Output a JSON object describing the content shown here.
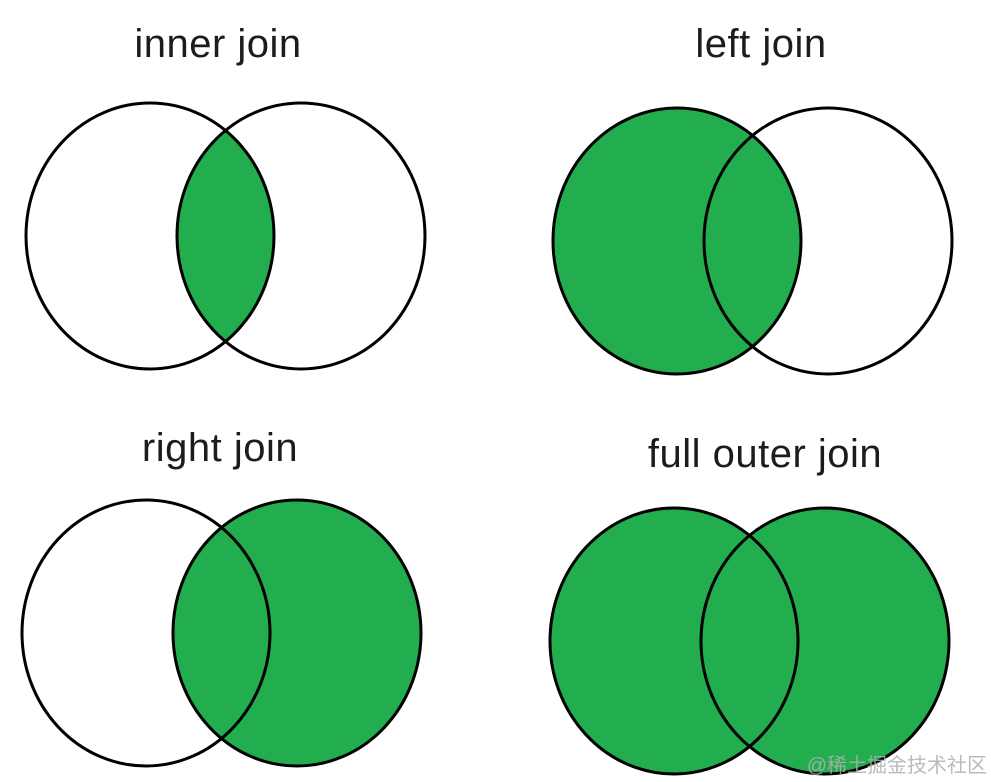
{
  "colors": {
    "background": "#ffffff",
    "fill_green": "#22ae4e",
    "fill_white": "#ffffff",
    "stroke": "#000000",
    "title_text": "#1c1c1c",
    "watermark_text": "#b0b0b0"
  },
  "panels": [
    {
      "id": "inner-join",
      "title": "inner join",
      "left": "white",
      "right": "white",
      "intersection": "green"
    },
    {
      "id": "left-join",
      "title": "left join",
      "left": "green",
      "right": "white",
      "intersection": "green"
    },
    {
      "id": "right-join",
      "title": "right join",
      "left": "white",
      "right": "green",
      "intersection": "green"
    },
    {
      "id": "full-outer-join",
      "title": "full outer join",
      "left": "green",
      "right": "green",
      "intersection": "green"
    }
  ],
  "watermark": {
    "text": "@稀土掘金技术社区"
  }
}
